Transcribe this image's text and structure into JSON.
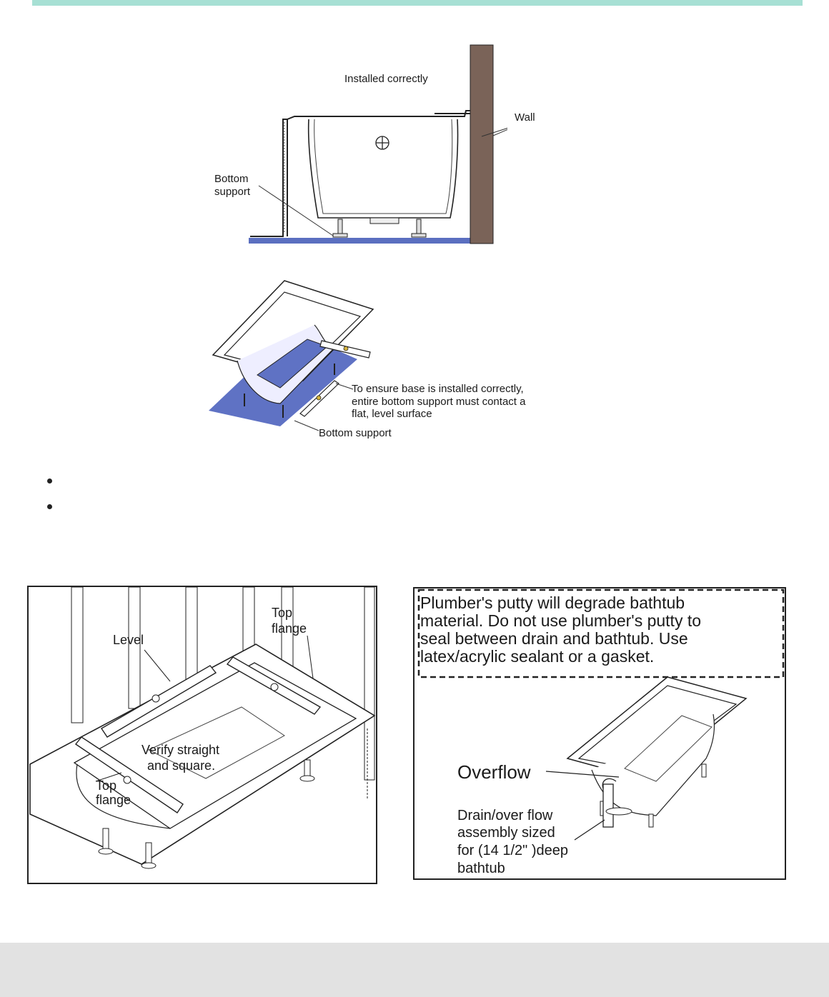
{
  "colors": {
    "top_band": "#a7e0d4",
    "bottom_band": "#e2e2e2",
    "floor": "#5b6fc0",
    "wall": "#7a6358",
    "sheet": "#5f72c4"
  },
  "figure_1": {
    "installed_label": "Installed correctly",
    "wall_label": "Wall",
    "bottom_support_line1": "Bottom",
    "bottom_support_line2": "support"
  },
  "figure_2": {
    "ensure_line1": "To ensure base is installed correctly,",
    "ensure_line2": "entire bottom support  must contact a",
    "ensure_line3": "flat,  level surface",
    "bottom_support_label": "Bottom support"
  },
  "bullets": [
    {
      "text": ""
    },
    {
      "text": ""
    }
  ],
  "figure_3": {
    "level_label": "Level",
    "top_flange_right_1": "Top",
    "top_flange_right_2": "flange",
    "verify_line1": "Verify straight",
    "verify_line2": "and square.",
    "top_flange_left_1": "Top",
    "top_flange_left_2": "flange"
  },
  "figure_4": {
    "warning_line1": "Plumber's putty will degrade bathtub",
    "warning_line2": "material. Do not use plumber's putty to",
    "warning_line3": "seal between drain and bathtub. Use",
    "warning_line4": "latex/acrylic sealant or a gasket.",
    "overflow_label": "Overflow",
    "drain_line1": "Drain/over flow",
    "drain_line2": "assembly sized",
    "drain_line3": "for (14 1/2\" )deep",
    "drain_line4": "bathtub"
  }
}
